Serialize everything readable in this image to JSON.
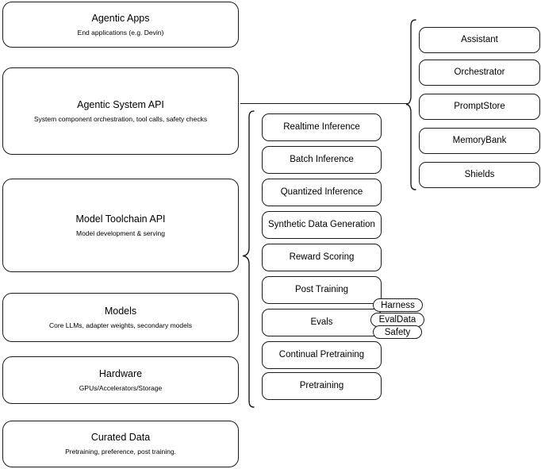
{
  "diagram": {
    "title": "Agentic stack layers",
    "accent_color": "#1a1a1a",
    "background_color": "#ffffff"
  },
  "left_stack": {
    "name": "platform-layers",
    "items": [
      {
        "title": "Agentic Apps",
        "sub": "End applications (e.g. Devin)"
      },
      {
        "title": "Agentic System API",
        "sub": "System component orchestration, tool calls, safety checks"
      },
      {
        "title": "Model Toolchain API",
        "sub": "Model development & serving"
      },
      {
        "title": "Models",
        "sub": "Core LLMs, adapter weights, secondary models"
      },
      {
        "title": "Hardware",
        "sub": "GPUs/Accelerators/Storage"
      },
      {
        "title": "Curated Data",
        "sub": "Pretraining, preference, post training."
      }
    ]
  },
  "toolchain_column": {
    "name": "model-toolchain-capabilities",
    "items": [
      {
        "title": "Realtime Inference"
      },
      {
        "title": "Batch Inference"
      },
      {
        "title": "Quantized Inference"
      },
      {
        "title": "Synthetic Data Generation"
      },
      {
        "title": "Reward Scoring"
      },
      {
        "title": "Post Training"
      },
      {
        "title": "Evals"
      },
      {
        "title": "Continual Pretraining"
      },
      {
        "title": "Pretraining"
      }
    ]
  },
  "evals_pills": {
    "name": "evals-subcomponents",
    "items": [
      {
        "title": "Harness"
      },
      {
        "title": "EvalData"
      },
      {
        "title": "Safety"
      }
    ]
  },
  "system_column": {
    "name": "agentic-system-components",
    "items": [
      {
        "title": "Assistant"
      },
      {
        "title": "Orchestrator"
      },
      {
        "title": "PromptStore"
      },
      {
        "title": "MemoryBank"
      },
      {
        "title": "Shields"
      }
    ]
  }
}
